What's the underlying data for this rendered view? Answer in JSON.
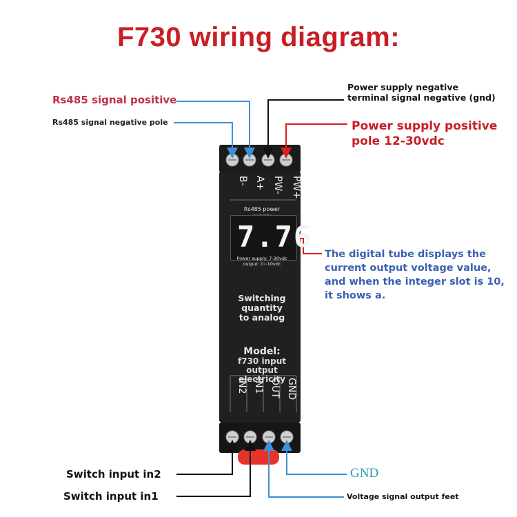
{
  "title": "F730 wiring diagram:",
  "labels": {
    "rs485_positive": "Rs485 signal positive",
    "rs485_negative": "Rs485 signal negative pole",
    "power_negative_line1": "Power supply negative",
    "power_negative_line2": "terminal signal negative (gnd)",
    "power_positive_line1": "Power supply positive",
    "power_positive_line2": "pole 12-30vdc",
    "tube_line1": "The digital tube displays the",
    "tube_line2": "current output voltage value,",
    "tube_line3": "and when the integer slot is 10,",
    "tube_line4": "it shows a.",
    "switch_in2": "Switch input in2",
    "switch_in1": "Switch input in1",
    "gnd": "GND",
    "voltage_output": "Voltage signal output feet"
  },
  "device": {
    "top_pins": [
      "B-",
      "A+",
      "PW-",
      "PW+"
    ],
    "bottom_pins": [
      "IN2",
      "IN1",
      "OUT",
      "GND"
    ],
    "display_value": "7.76",
    "rs485_label_line1": "Rs485 power",
    "rs485_label_line2": "supply",
    "spec_line1": "Power supply: 7-30vdc",
    "spec_line2": "output: 0~10vdc",
    "function_line1": "Switching",
    "function_line2": "quantity",
    "function_line3": "to analog",
    "model_label": "Model:",
    "model_line1": "f730 input",
    "model_line2": "output",
    "model_line3": "electricity"
  },
  "colors": {
    "title": "#c81e24",
    "blue_wire": "#3f8fd8",
    "red_wire": "#d8201e",
    "black_wire": "#111111",
    "module": "#202020"
  }
}
